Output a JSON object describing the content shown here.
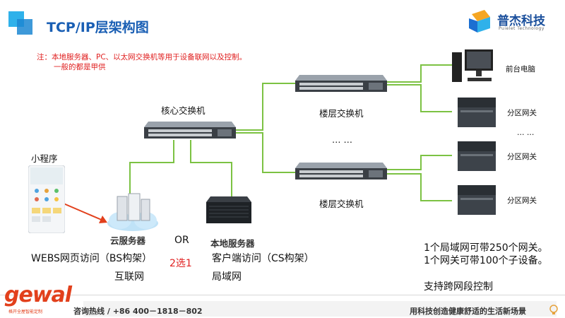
{
  "title": "TCP/IP层架构图",
  "brand": {
    "name": "普杰科技",
    "sub": "Puielet Technology"
  },
  "note": {
    "line1": "注：本地服务器、PC、以太网交换机等用于设备联网以及控制。",
    "line2": "一般的都是甲供"
  },
  "core_switch": "核心交换机",
  "floor_switch_1": "楼层交换机",
  "floor_switch_2": "楼层交换机",
  "switch_ellipsis": "… …",
  "front_pc": "前台电脑",
  "zone_gateway_1": "分区网关",
  "zone_gateway_2": "分区网关",
  "zone_gateway_3": "分区网关",
  "gateway_ellipsis": "… …",
  "mini_program": "小程序",
  "cloud_server": "云服务器",
  "or_text": "OR",
  "choice": "2选1",
  "local_server": "本地服务器",
  "webs_access": "WEBS网页访问（BS构架）",
  "internet": "互联网",
  "client_access": "客户端访问（CS构架）",
  "lan": "局域网",
  "capacity": {
    "line1": "1个局域网可带250个网关。",
    "line2": "1个网关可带100个子设备。",
    "line3": "支持跨网段控制"
  },
  "footer": {
    "logo": "gewal",
    "logo_sub": "格开全屋智能定制",
    "hotline_label": "咨询热线 / ",
    "hotline": "+86 400－1818－802",
    "slogan": "用科技创造健康舒适的生活新场景"
  },
  "colors": {
    "link": "#7cc243",
    "title": "#1a5fb4",
    "note": "#e02020",
    "arrow": "#e2401c",
    "choice": "#e02020"
  }
}
